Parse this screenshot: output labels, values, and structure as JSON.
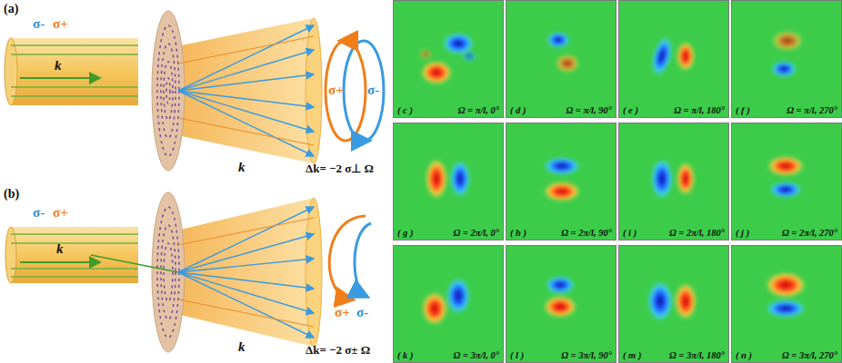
{
  "diagram": {
    "nodes": [
      {
        "text": [
          "( c )",
          "Ω = π/l, 0°"
        ]
      },
      {
        "text": [
          "( d )",
          "Ω = π/l, 90°"
        ]
      },
      {
        "text": [
          "( e )",
          "Ω = π/l, 180°"
        ]
      },
      {
        "text": [
          "( f )",
          "Ω = π/l, 270°"
        ]
      },
      {
        "text": [
          "( g )",
          "Ω = 2π/l, 0°"
        ]
      },
      {
        "text": [
          "( h )",
          "Ω = 2π/l, 90°"
        ]
      },
      {
        "text": [
          "( i )",
          "Ω = 2π/l, 180°"
        ]
      },
      {
        "text": [
          "( j )",
          "Ω = 2π/l, 270°"
        ]
      },
      {
        "text": [
          "( k )",
          "Ω = 3π/l, 0°"
        ]
      },
      {
        "text": [
          "( l )",
          "Ω = 3π/l, 90°"
        ]
      },
      {
        "text": [
          "( m )",
          "Ω = 3π/l, 180°"
        ]
      },
      {
        "text": [
          "( n )",
          "Ω = 3π/l, 270°"
        ]
      }
    ],
    "labels": [
      "(a)",
      "σ-",
      "σ+",
      "k",
      "k",
      "σ+",
      "σ-",
      "Δk= −2 σ⊥ Ω",
      "(b)",
      "σ-",
      "σ+",
      "k",
      "k",
      "σ+",
      "σ-",
      "Δk= −2 σ± Ω"
    ]
  }
}
